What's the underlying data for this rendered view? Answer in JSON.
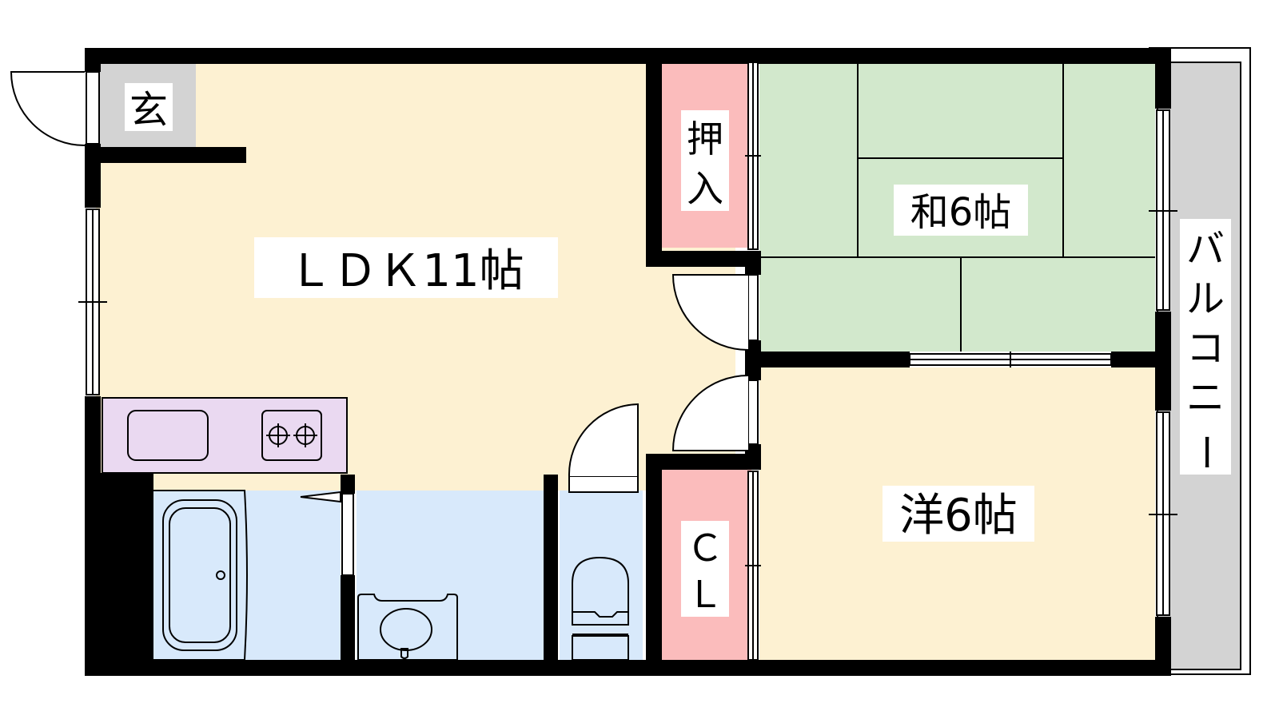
{
  "rooms": {
    "entrance": "玄",
    "ldk": "ＬＤＫ11帖",
    "washitsu": "和6帖",
    "yoshitsu": "洋6帖",
    "oshiire_1": "押",
    "oshiire_2": "入",
    "closet_1": "Ｃ",
    "closet_2": "Ｌ",
    "balcony_1": "バ",
    "balcony_2": "ル",
    "balcony_3": "コ",
    "balcony_4": "ニ",
    "balcony_5": "ー"
  },
  "colors": {
    "wall": "#000000",
    "ldk": "#fdf1d2",
    "washitsu": "#d2e8cc",
    "yoshitsu": "#fdf1d2",
    "storage": "#fbbcbc",
    "wet_area": "#d8e9fb",
    "kitchen": "#ead9f1",
    "entrance": "#d3d3d3",
    "balcony": "#d3d3d3"
  }
}
